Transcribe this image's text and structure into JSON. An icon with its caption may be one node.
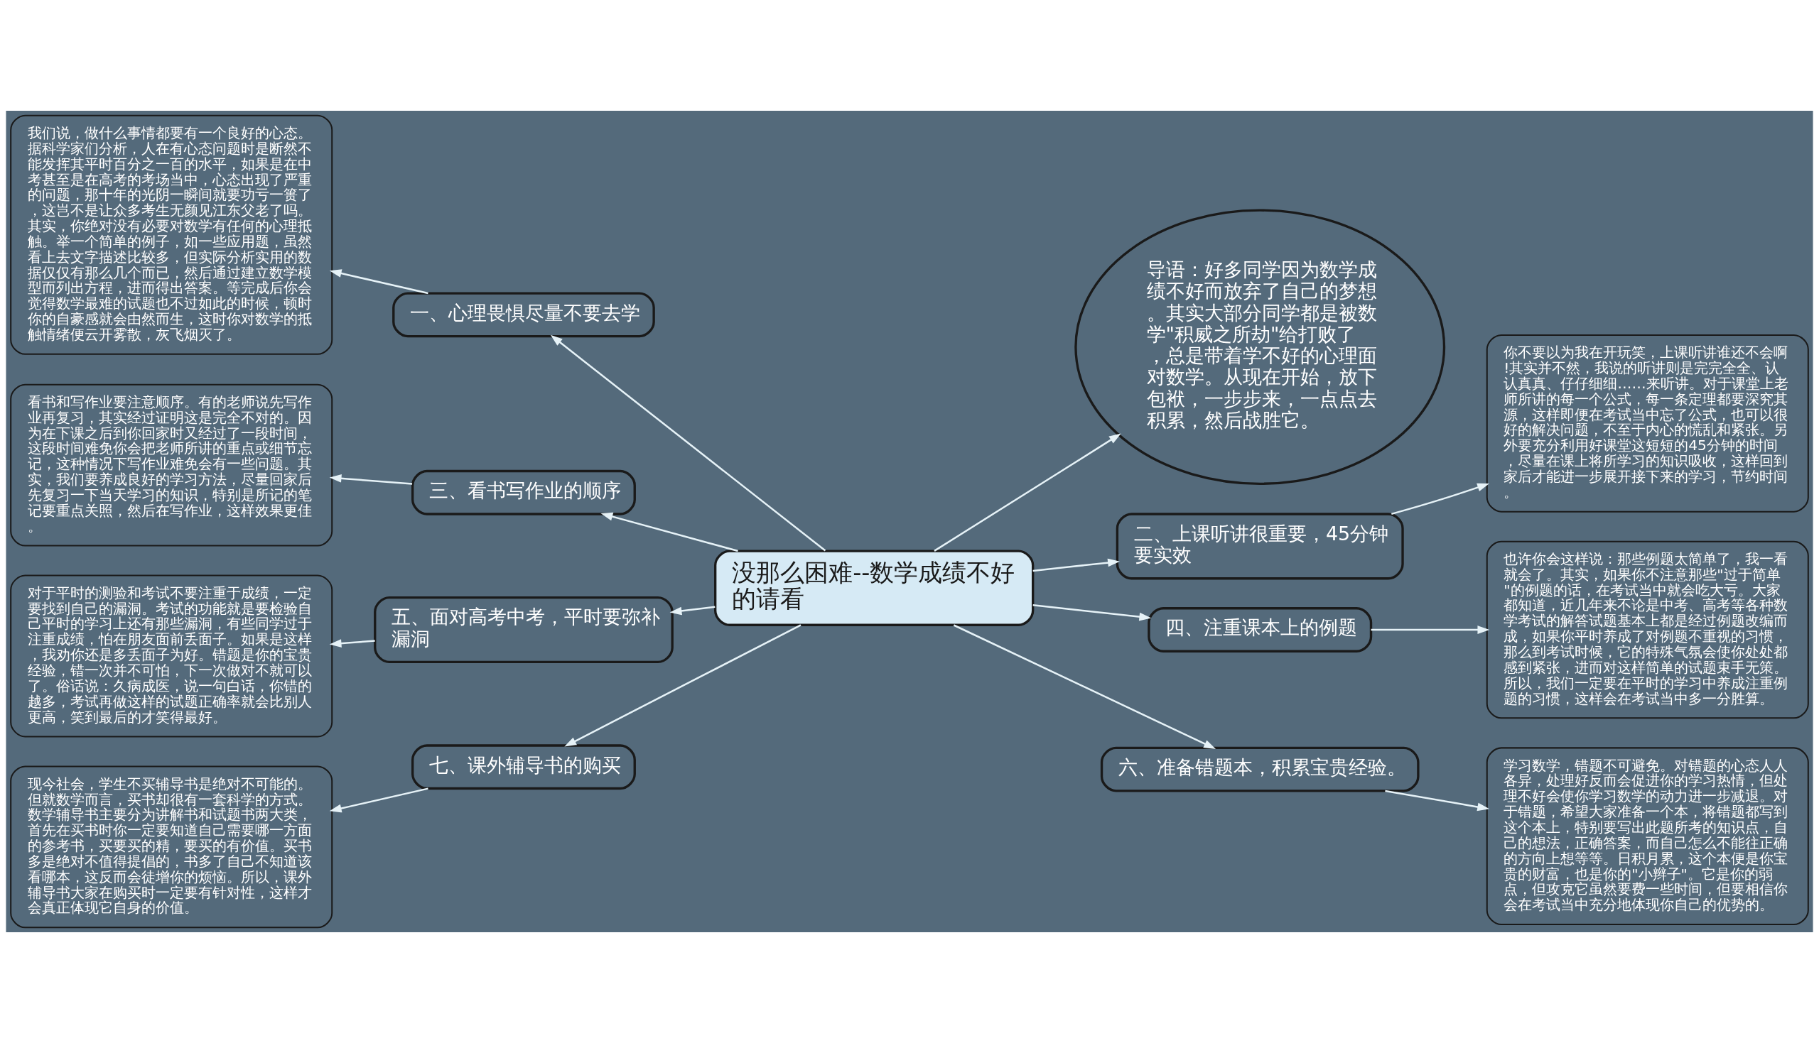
{
  "diagram": {
    "nodes": [
      {
        "text": [
          "没那么困难--数学成绩不好的请看"
        ]
      },
      {
        "text": [
          "一、心理畏惧尽量不要去学"
        ]
      },
      {
        "text": [
          "我们说，做什么事情都要有一个良好的心态。据科学家们分析，人在有心态问题时是断然不能发挥其平时百分之一百的水平，如果是在中考甚至是在高考的考场当中，心态出现了严重的问题，那十年的光阴一瞬间就要功亏一篑了，这岂不是让众多考生无颜见江东父老了吗。其实，你绝对没有必要对数学有任何的心理抵触。举一个简单的例子，如一些应用题，虽然看上去文字描述比较多，但实际分析实用的数据仅仅有那么几个而已，然后通过建立数学模型而列出方程，进而得出答案。等完成后你会觉得数学最难的试题也不过如此的时候，顿时你的自豪感就会由然而生，这时你对数学的抵触情绪便云开雾散，灰飞烟灭了。"
        ]
      },
      {
        "text": [
          "三、看书写作业的顺序"
        ]
      },
      {
        "text": [
          "看书和写作业要注意顺序。有的老师说先写作业再复习，其实经过证明这是完全不对的。因为在下课之后到你回家时又经过了一段时间，这段时间难免你会把老师所讲的重点或细节忘记，这种情况下写作业难免会有一些问题。其实，我们要养成良好的学习方法，尽量回家后先复习一下当天学习的知识，特别是所记的笔记要重点关照，然后在写作业，这样效果更佳。"
        ]
      },
      {
        "text": [
          "五、面对高考中考，平时要弥补漏洞"
        ]
      },
      {
        "text": [
          "对于平时的测验和考试不要注重于成绩，一定要找到自己的漏洞。考试的功能就是要检验自己平时的学习上还有那些漏洞，有些同学过于注重成绩，怕在朋友面前丢面子。如果是这样，我劝你还是多丢面子为好。错题是你的宝贵经验，错一次并不可怕，下一次做对不就可以了。俗话说：久病成医，说一句白话，你错的越多，考试再做这样的试题正确率就会比别人更高，笑到最后的才笑得最好。"
        ]
      },
      {
        "text": [
          "七、课外辅导书的购买"
        ]
      },
      {
        "text": [
          "现今社会，学生不买辅导书是绝对不可能的。但就数学而言，买书却很有一套科学的方式。数学辅导书主要分为讲解书和试题书两大类，首先在买书时你一定要知道自己需要哪一方面的参考书，买要买的精，要买的有价值。买书多是绝对不值得提倡的，书多了自己不知道该看哪本，这反而会徒增你的烦恼。所以，课外辅导书大家在购买时一定要有针对性，这样才会真正体现它自身的价值。"
        ]
      },
      {
        "text": [
          "导语：好多同学因为数学成绩不好而放弃了自己的梦想。其实大部分同学都是被数学\"积威之所劫\"给打败了，总是带着学不好的心理面对数学。从现在开始，放下包袱，一步步来，一点点去积累，然后战胜它。"
        ]
      },
      {
        "text": [
          "二、上课听讲很重要，45分钟要实效"
        ]
      },
      {
        "text": [
          "你不要以为我在开玩笑，上课听讲谁还不会啊!其实并不然，我说的听讲则是完完全全、认认真真、仔仔细细……来听讲。对于课堂上老师所讲的每一个公式，每一条定理都要深究其源，这样即便在考试当中忘了公式，也可以很好的解决问题，不至于内心的慌乱和紧张。另外要充分利用好课堂这短短的45分钟的时间，尽量在课上将所学习的知识吸收，这样回到家后才能进一步展开接下来的学习，节约时间。"
        ]
      },
      {
        "text": [
          "四、注重课本上的例题"
        ]
      },
      {
        "text": [
          "也许你会这样说：那些例题太简单了，我一看就会了。其实，如果你不注意那些\"过于简单\"的例题的话，在考试当中就会吃大亏。大家都知道，近几年来不论是中考、高考等各种数学考试的解答试题基本上都是经过例题改编而成，如果你平时养成了对例题不重视的习惯，那么到考试时候，它的特殊气氛会使你处处都感到紧张，进而对这样简单的试题束手无策。所以，我们一定要在平时的学习中养成注重例题的习惯，这样会在考试当中多一分胜算。"
        ]
      },
      {
        "text": [
          "六、准备错题本，积累宝贵经验。"
        ]
      },
      {
        "text": [
          "学习数学，错题不可避免。对错题的心态人人各异，处理好反而会促进你的学习热情，但处理不好会使你学习数学的动力进一步减退。对于错题，希望大家准备一个本，将错题都写到这个本上，特别要写出此题所考的知识点，自己的想法，正确答案，而自己怎么不能往正确的方向上想等等。日积月累，这个本便是你宝贵的财富，也是你的\"小辫子\"。它是你的弱点，但攻克它虽然要费一些时间，但要相信你会在考试当中充分地体现你自己的优势的。"
        ]
      }
    ],
    "edges": [
      {
        "from": 0,
        "to": 1,
        "arrow": "to"
      },
      {
        "from": 1,
        "to": 2,
        "arrow": "to"
      },
      {
        "from": 0,
        "to": 3,
        "arrow": "to"
      },
      {
        "from": 3,
        "to": 4,
        "arrow": "to"
      },
      {
        "from": 0,
        "to": 5,
        "arrow": "to"
      },
      {
        "from": 5,
        "to": 6,
        "arrow": "to"
      },
      {
        "from": 0,
        "to": 7,
        "arrow": "to"
      },
      {
        "from": 7,
        "to": 8,
        "arrow": "to"
      },
      {
        "from": 0,
        "to": 9,
        "arrow": "to"
      },
      {
        "from": 0,
        "to": 10,
        "arrow": "to"
      },
      {
        "from": 10,
        "to": 11,
        "arrow": "to"
      },
      {
        "from": 0,
        "to": 12,
        "arrow": "to"
      },
      {
        "from": 12,
        "to": 13,
        "arrow": "to"
      },
      {
        "from": 0,
        "to": 14,
        "arrow": "to"
      },
      {
        "from": 14,
        "to": 15,
        "arrow": "to"
      }
    ]
  }
}
